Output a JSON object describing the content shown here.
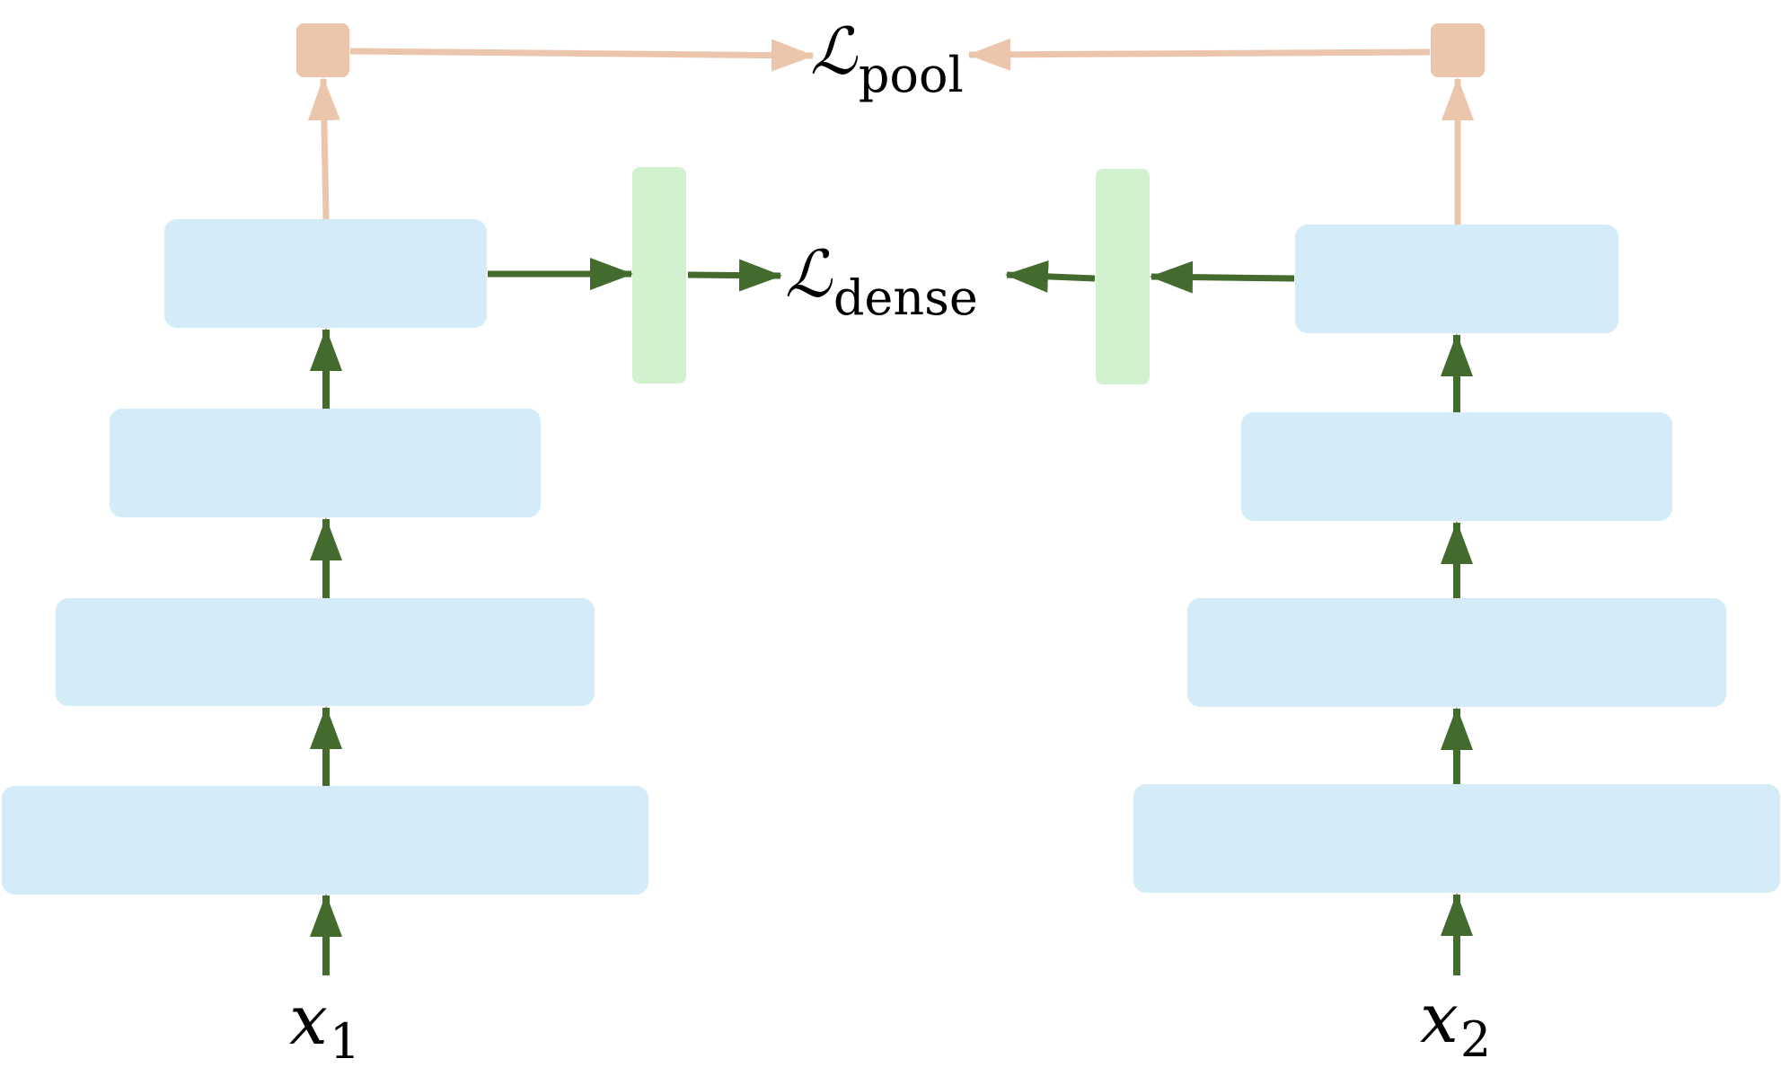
{
  "colors": {
    "layer_fill": "#d4ebf8",
    "projector_fill": "#d2f2cf",
    "pool_node_fill": "#ebc5ac",
    "dense_arrow": "#436b2e",
    "pool_arrow": "#ebc5ac",
    "text": "#000000"
  },
  "loss_pool": {
    "symbol": "ℒ",
    "subscript": "pool"
  },
  "loss_dense": {
    "symbol": "ℒ",
    "subscript": "dense"
  },
  "inputs": {
    "left": {
      "symbol": "x",
      "subscript": "1"
    },
    "right": {
      "symbol": "x",
      "subscript": "2"
    }
  }
}
